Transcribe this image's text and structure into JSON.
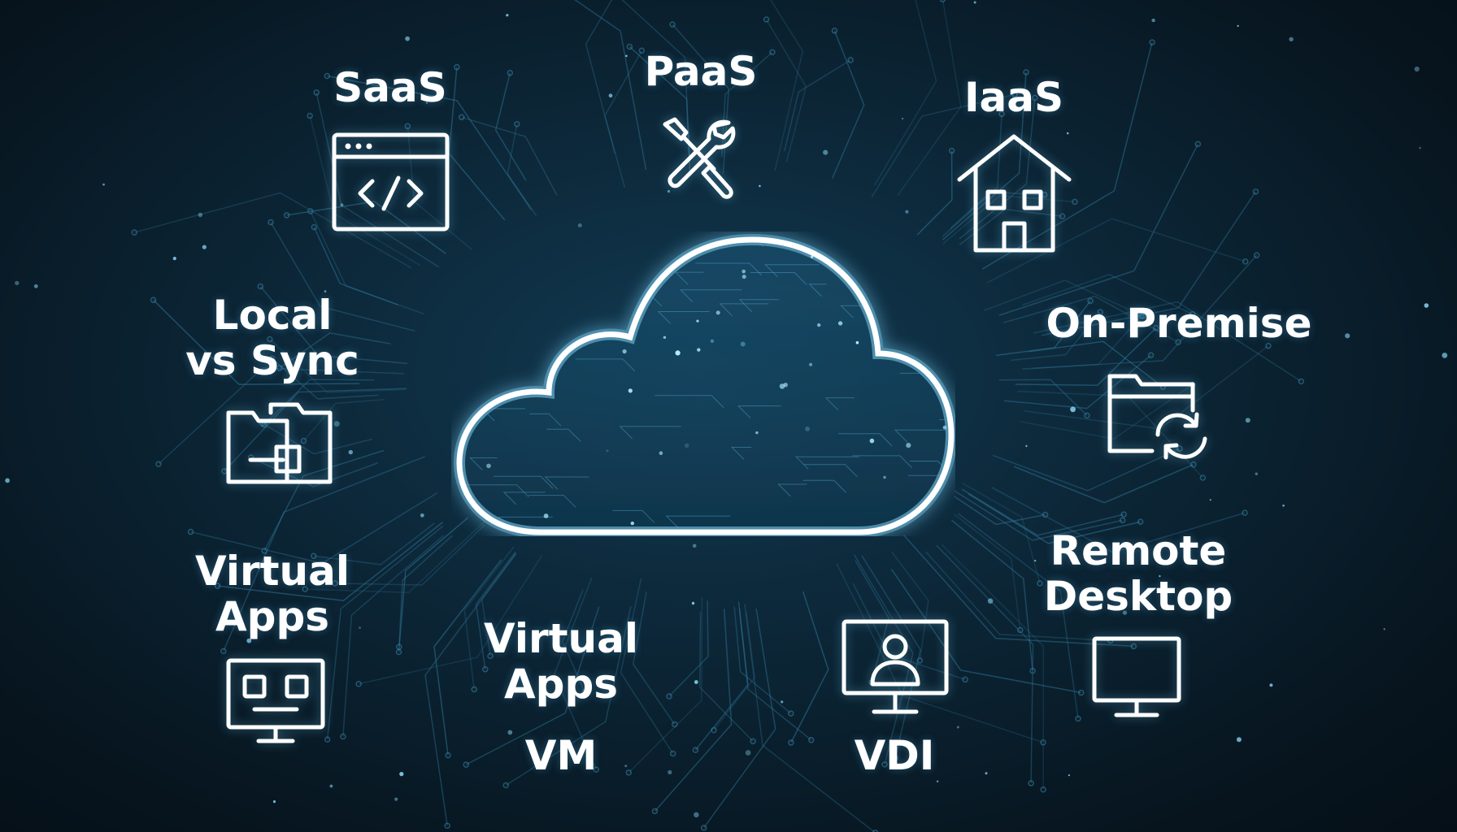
{
  "labels": {
    "saas": "SaaS",
    "paas": "PaaS",
    "iaas": "IaaS",
    "local_line1": "Local",
    "local_line2": "vs Sync",
    "onpremise": "On-Premise",
    "virtual_apps_left_line1": "Virtual",
    "virtual_apps_left_line2": "Apps",
    "virtual_apps_center_line1": "Virtual",
    "virtual_apps_center_line2": "Apps",
    "vm": "VM",
    "vdi": "VDI",
    "remote_line1": "Remote",
    "remote_line2": "Desktop"
  },
  "icons": {
    "saas": "code-window-icon",
    "paas": "tools-icon",
    "iaas": "house-icon",
    "local": "folder-sync-icon",
    "onpremise": "folder-refresh-icon",
    "virtual_apps": "monitor-apps-icon",
    "vdi": "monitor-user-icon",
    "remote_desktop": "monitor-icon",
    "center": "cloud-icon"
  },
  "colors": {
    "background": "#0a2231",
    "accent": "#5ec8f0",
    "line": "#ffffff"
  }
}
